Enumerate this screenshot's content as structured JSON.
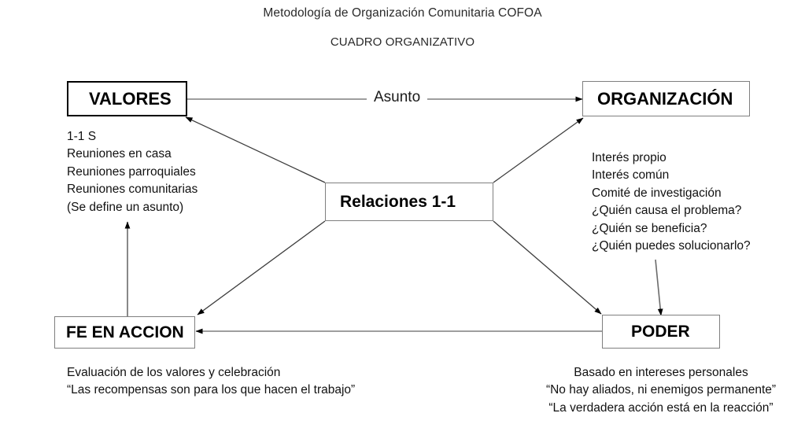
{
  "diagram": {
    "title_main": "Metodología de Organización Comunitaria COFOA",
    "title_sub": "CUADRO ORGANIZATIVO",
    "colors": {
      "stroke_strong": "#000000",
      "stroke_thin": "#7f7f7f",
      "background": "#ffffff",
      "text": "#000000"
    },
    "nodes": {
      "valores": {
        "label": "VALORES"
      },
      "organizacion": {
        "label": "ORGANIZACIÓN"
      },
      "relaciones": {
        "label": "Relaciones 1-1"
      },
      "fe_en_accion": {
        "label": "FE EN ACCION"
      },
      "poder": {
        "label": "PODER"
      }
    },
    "edge_labels": {
      "asunto": "Asunto"
    },
    "notes": {
      "valores": [
        "1-1 S",
        "Reuniones en casa",
        "Reuniones parroquiales",
        "Reuniones comunitarias",
        "(Se define un asunto)"
      ],
      "organizacion": [
        "Interés propio",
        "Interés común",
        "Comité de investigación",
        "¿Quién causa el problema?",
        "¿Quién se beneficia?",
        "¿Quién puedes solucionarlo?"
      ],
      "fe_en_accion": [
        "Evaluación de los valores y celebración",
        "“Las recompensas son para los que hacen el trabajo”"
      ],
      "poder": [
        "Basado en intereses personales",
        "“No hay aliados, ni enemigos permanente”",
        "“La verdadera acción está en la reacción”"
      ]
    },
    "edges": [
      {
        "from": "valores",
        "to": "organizacion",
        "label": "Asunto",
        "style": "arrow-right"
      },
      {
        "from": "relaciones",
        "to": "valores",
        "style": "arrow-diagonal-up-left"
      },
      {
        "from": "relaciones",
        "to": "organizacion",
        "style": "arrow-diagonal-up-right"
      },
      {
        "from": "relaciones",
        "to": "fe_en_accion",
        "style": "arrow-diagonal-down-left"
      },
      {
        "from": "relaciones",
        "to": "poder",
        "style": "arrow-diagonal-down-right"
      },
      {
        "from": "poder",
        "to": "fe_en_accion",
        "style": "arrow-left"
      },
      {
        "from": "fe_en_accion",
        "to": "valores_notes",
        "style": "arrow-up"
      },
      {
        "from": "organizacion_notes",
        "to": "poder",
        "style": "arrow-down"
      }
    ]
  }
}
